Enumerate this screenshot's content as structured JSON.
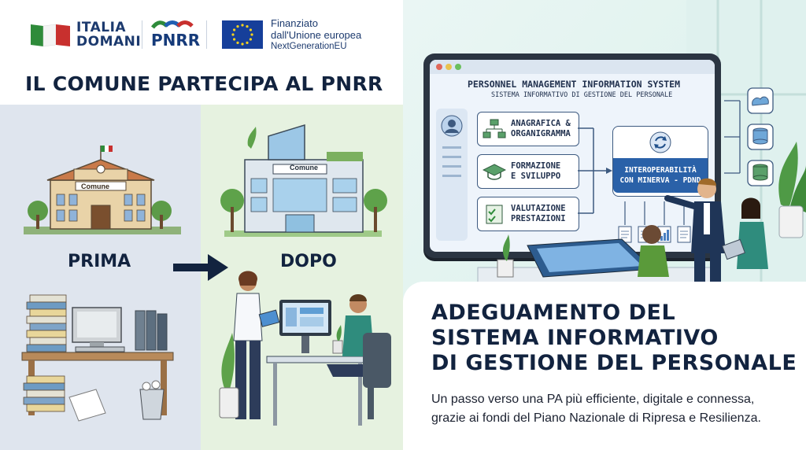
{
  "header": {
    "italia_domani_line1": "ITALIA",
    "italia_domani_line2": "DOMANI",
    "pnrr_logo": "PNRR",
    "eu_line1": "Finanziato",
    "eu_line2": "dall'Unione europea",
    "eu_line3": "NextGenerationEU",
    "headline": "IL COMUNE PARTECIPA AL PNRR",
    "colors": {
      "navy": "#12233f",
      "green": "#2e8b3a",
      "red": "#c8302e",
      "eu_blue": "#163f9a",
      "eu_star": "#f5d21e"
    }
  },
  "before_after": {
    "before_label": "PRIMA",
    "after_label": "DOPO",
    "before_building_sign": "Comune",
    "after_building_sign": "Comune"
  },
  "screen": {
    "title_en": "PERSONNEL MANAGEMENT INFORMATION SYSTEM",
    "title_it": "SISTEMA INFORMATIVO DI GESTIONE DEL PERSONALE",
    "modules": [
      {
        "label_line1": "ANAGRAFICA &",
        "label_line2": "ORGANIGRAMMA",
        "icon": "org-chart-icon"
      },
      {
        "label_line1": "FORMAZIONE",
        "label_line2": "E SVILUPPO",
        "icon": "graduation-cap-icon"
      },
      {
        "label_line1": "VALUTAZIONE",
        "label_line2": "PRESTAZIONI",
        "icon": "checklist-icon"
      }
    ],
    "hub_line1": "INTEROPERABILITÀ",
    "hub_line2": "CON MINERVA - PDND"
  },
  "main": {
    "title_line1": "ADEGUAMENTO DEL",
    "title_line2": "SISTEMA INFORMATIVO",
    "title_line3": "DI GESTIONE DEL PERSONALE",
    "subtitle_line1": "Un passo verso una PA più efficiente, digitale e connessa,",
    "subtitle_line2": "grazie ai fondi del Piano Nazionale di Ripresa e Resilienza."
  }
}
